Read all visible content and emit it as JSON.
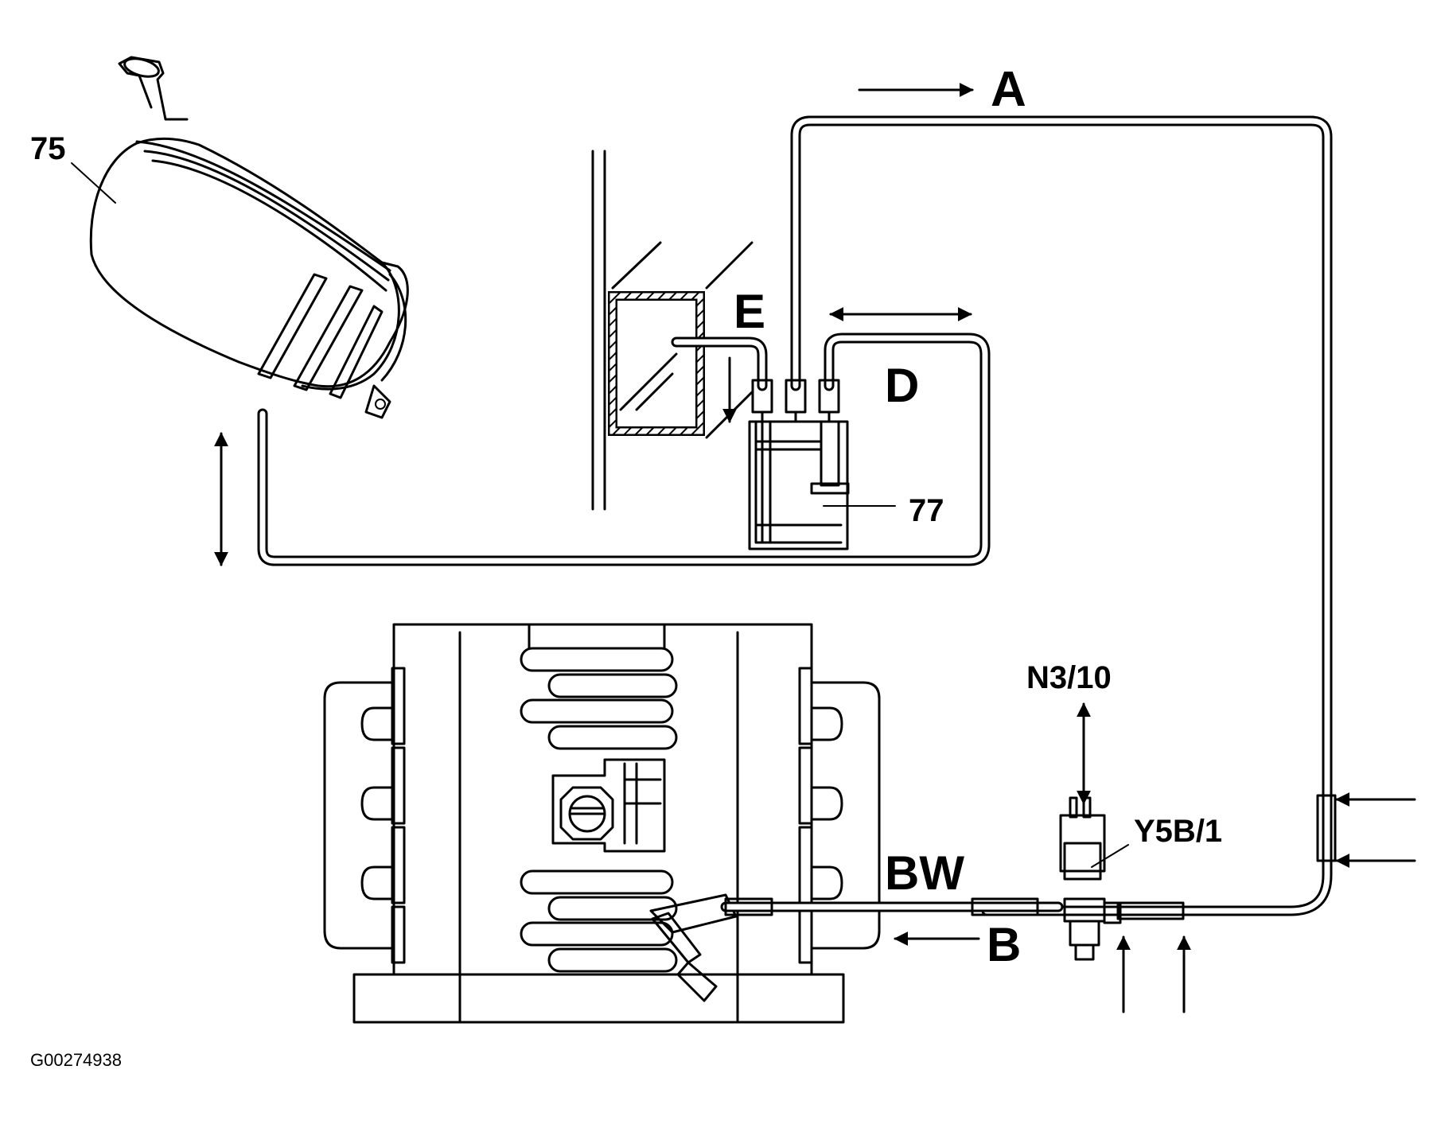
{
  "labels": {
    "tank": "75",
    "valve_block": "77",
    "line_a": "A",
    "line_b": "B",
    "line_d": "D",
    "line_e": "E",
    "line_bw": "BW",
    "module": "N3/10",
    "solenoid": "Y5B/1"
  },
  "figure_code": "G00274938"
}
